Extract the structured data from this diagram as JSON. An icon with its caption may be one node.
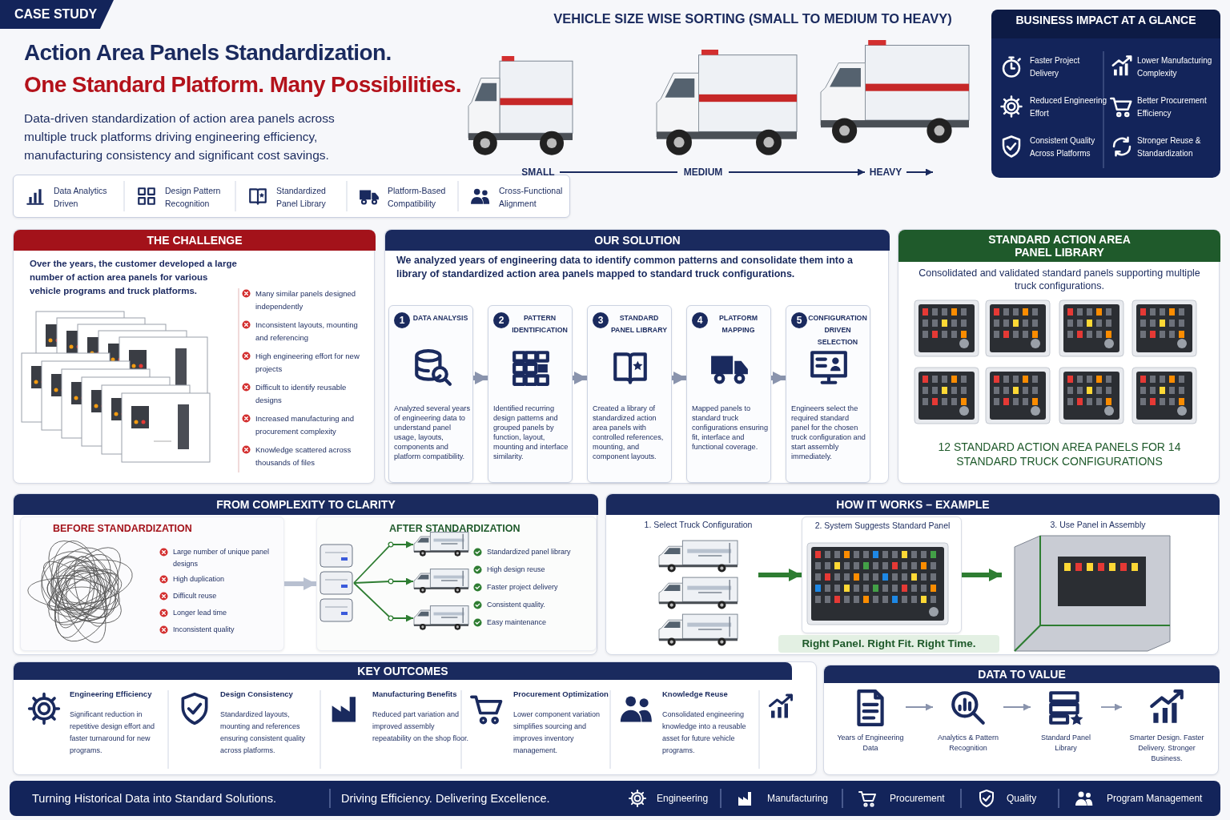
{
  "diagram": {
    "title": "Action Area Panels Standardization.",
    "nodes": [
      {
        "text": [
          "SMALL"
        ]
      },
      {
        "text": [
          "MEDIUM"
        ]
      },
      {
        "text": [
          "HEAVY"
        ]
      },
      {
        "text": [
          "BUSINESS IMPACT AT A GLANCE",
          "Faster Project Delivery",
          "Lower Manufacturing Complexity",
          "Reduced Engineering Effort",
          "Better Procurement Efficiency",
          "Consistent Quality Across Platforms",
          "Stronger Reuse & Standardization"
        ]
      },
      {
        "text": [
          "Data Analytics Driven",
          "Design Pattern Recognition",
          "Standardized Panel Library",
          "Platform-Based Compatibility",
          "Cross-Functional Alignment"
        ]
      },
      {
        "text": [
          "THE CHALLENGE",
          "Over the years, the customer developed a large number of action area panels for various vehicle programs and truck platforms.",
          "Many similar panels designed independently",
          "Inconsistent layouts, mounting and referencing",
          "High engineering effort for new projects",
          "Difficult to identify reusable designs",
          "Increased manufacturing and procurement complexity",
          "Knowledge scattered across thousands of files"
        ]
      },
      {
        "text": [
          "OUR SOLUTION",
          "We analyzed years of engineering data to identify common patterns and consolidate them into a library of standardized action area panels mapped to standard truck configurations."
        ]
      },
      {
        "text": [
          "1",
          "DATA ANALYSIS",
          "Analyzed several years of engineering data to understand panel usage, layouts, components and platform compatibility."
        ],
        "in": 6
      },
      {
        "text": [
          "2",
          "PATTERN IDENTIFICATION",
          "Identified recurring design patterns and grouped panels by function, layout, mounting and interface similarity."
        ],
        "in": 6
      },
      {
        "text": [
          "3",
          "STANDARD PANEL LIBRARY",
          "Created a library of standardized action area panels with controlled references, mounting, and component layouts."
        ],
        "in": 6
      },
      {
        "text": [
          "4",
          "PLATFORM MAPPING",
          "Mapped panels to standard truck configurations ensuring fit, interface and functional coverage."
        ],
        "in": 6
      },
      {
        "text": [
          "5",
          "CONFIGURATION DRIVEN SELECTION",
          "Engineers select the required standard panel for the chosen truck configuration and start assembly immediately."
        ],
        "in": 6
      },
      {
        "text": [
          "STANDARD ACTION AREA PANEL LIBRARY",
          "Consolidated and validated standard panels supporting multiple truck configurations.",
          "12 STANDARD ACTION AREA PANELS FOR 14 STANDARD TRUCK CONFIGURATIONS"
        ]
      },
      {
        "text": [
          "FROM COMPLEXITY TO CLARITY"
        ]
      },
      {
        "text": [
          "BEFORE STANDARDIZATION",
          "Large number of unique panel designs",
          "High duplication",
          "Difficult reuse",
          "Longer lead time",
          "Inconsistent quality"
        ],
        "in": 13
      },
      {
        "text": [
          "AFTER STANDARDIZATION",
          "Standardized panel library",
          "High design reuse",
          "Faster project delivery",
          "Consistent quality.",
          "Easy maintenance"
        ],
        "in": 13
      },
      {
        "text": [],
        "shape": "picture",
        "in": 15
      },
      {
        "text": [],
        "shape": "picture",
        "in": 15
      },
      {
        "text": [],
        "shape": "picture",
        "in": 15
      },
      {
        "text": [],
        "shape": "picture",
        "in": 15
      },
      {
        "text": [
          "HOW IT WORKS – EXAMPLE"
        ]
      },
      {
        "text": [
          "1. Select Truck Configuration"
        ],
        "in": 20
      },
      {
        "text": [
          "2. System Suggests Standard Panel"
        ],
        "in": 20
      },
      {
        "text": [
          "3. Use Panel in Assembly"
        ],
        "in": 20
      },
      {
        "text": [
          "KEY OUTCOMES",
          "Engineering Efficiency",
          "Significant reduction in repetitive design effort and faster turnaround for new programs.",
          "Design Consistency",
          "Standardized layouts, mounting and references ensuring consistent quality across platforms.",
          "Manufacturing Benefits",
          "Reduced part variation and improved assembly repeatability on the shop floor.",
          "Procurement Optimization",
          "Lower component variation simplifies sourcing and improves inventory management.",
          "Knowledge Reuse",
          "Consolidated engineering knowledge into a reusable asset for future vehicle programs."
        ]
      },
      {
        "text": [
          "DATA TO VALUE"
        ]
      },
      {
        "text": [
          "Years of Engineering Data"
        ],
        "in": 25
      },
      {
        "text": [
          "Analytics & Pattern Recognition"
        ],
        "in": 25
      },
      {
        "text": [
          "Standard Panel Library"
        ],
        "in": 25
      },
      {
        "text": [
          "Smarter Design. Faster Delivery. Stronger Business."
        ],
        "in": 25
      },
      {
        "text": [
          "Turning Historical Data into Standard Solutions.",
          "Driving Efficiency. Delivering Excellence.",
          "Engineering",
          "Manufacturing",
          "Procurement",
          "Quality",
          "Program Management"
        ]
      }
    ],
    "edges": [
      {
        "from": 0,
        "to": 1,
        "arrow": "none",
        "color": "#1a2a5e"
      },
      {
        "from": 1,
        "to": 2,
        "arrow": "to",
        "color": "#1a2a5e"
      },
      {
        "from": 2,
        "to": null,
        "arrow": "to",
        "color": "#1a2a5e"
      },
      {
        "from": 7,
        "to": 8,
        "arrow": "to",
        "style": "thick"
      },
      {
        "from": 8,
        "to": 9,
        "arrow": "to",
        "style": "thick"
      },
      {
        "from": 9,
        "to": 10,
        "arrow": "to",
        "style": "thick"
      },
      {
        "from": 10,
        "to": 11,
        "arrow": "to",
        "style": "thick"
      },
      {
        "from": 14,
        "to": 15,
        "arrow": "to",
        "style": "thick",
        "color": "#b8c0d0"
      },
      {
        "from": 16,
        "to": 17,
        "arrow": "to",
        "color": "#2e7d32"
      },
      {
        "from": 16,
        "to": 18,
        "arrow": "to",
        "color": "#2e7d32"
      },
      {
        "from": 16,
        "to": 19,
        "arrow": "to",
        "color": "#2e7d32"
      },
      {
        "from": 21,
        "to": 22,
        "arrow": "to",
        "style": "thick",
        "color": "#2e7d32"
      },
      {
        "from": 22,
        "to": 23,
        "arrow": "to",
        "style": "thick",
        "color": "#2e7d32"
      },
      {
        "from": 26,
        "to": 27,
        "arrow": "to"
      },
      {
        "from": 27,
        "to": 28,
        "arrow": "to"
      },
      {
        "from": 28,
        "to": 29,
        "arrow": "to"
      }
    ],
    "labels": [
      "CASE STUDY",
      "One Standard Platform. Many Possibilities.",
      "Data-driven standardization of action area panels across multiple truck platforms driving engineering efficiency, manufacturing consistency and significant cost savings.",
      "VEHICLE SIZE WISE SORTING (SMALL TO MEDIUM TO HEAVY)",
      "Right Panel. Right Fit. Right Time."
    ]
  }
}
